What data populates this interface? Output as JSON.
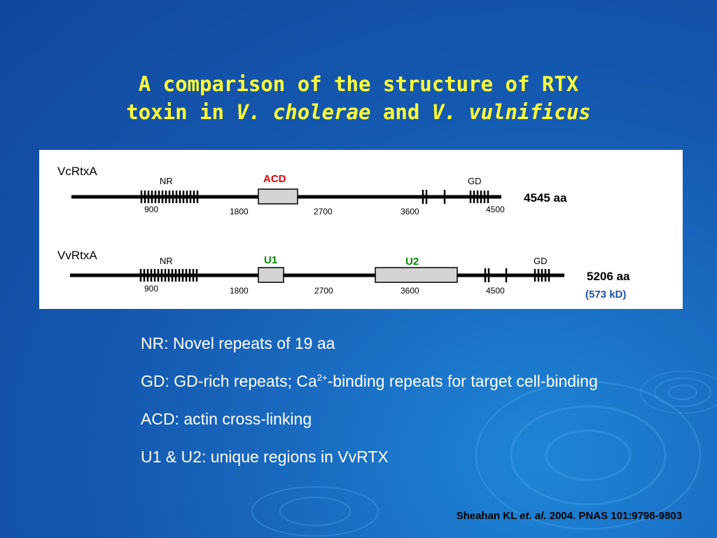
{
  "title": {
    "line1": "A comparison of the structure of RTX",
    "line2_prefix": "toxin in ",
    "species1": "V. cholerae",
    "and_word": " and ",
    "species2": "V. vulnificus"
  },
  "diagram": {
    "vc": {
      "name": "VcRtxA",
      "length": "4545 aa",
      "nr_label": "NR",
      "gd_label": "GD",
      "domain_label": "ACD",
      "ticks": [
        "900",
        "1800",
        "2700",
        "3600",
        "4500"
      ]
    },
    "vv": {
      "name": "VvRtxA",
      "length": "5206 aa",
      "mass": "(573 kD)",
      "nr_label": "NR",
      "gd_label": "GD",
      "u1_label": "U1",
      "u2_label": "U2",
      "ticks": [
        "900",
        "1800",
        "2700",
        "3600",
        "4500"
      ]
    },
    "colors": {
      "acd": "#e00000",
      "u_labels": "#008a00",
      "mass": "#1f4fa8",
      "box_fill": "#d4d4d4"
    }
  },
  "legend": {
    "nr": "NR: Novel repeats of 19 aa",
    "gd_prefix": "GD: GD-rich repeats; Ca",
    "gd_sup": "2+",
    "gd_suffix": "-binding repeats for target cell-binding",
    "acd": "ACD: actin cross-linking",
    "u": "U1 & U2: unique regions in VvRTX"
  },
  "citation": {
    "author": "Sheahan KL ",
    "etal": "et. al.",
    "rest": " 2004. PNAS 101:9798-9803"
  }
}
